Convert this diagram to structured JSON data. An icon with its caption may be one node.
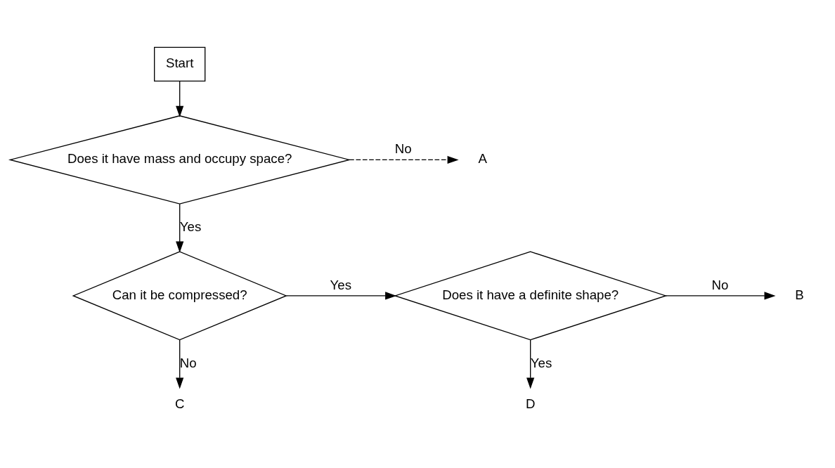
{
  "diagram": {
    "nodes": [
      {
        "text": [
          "Start"
        ]
      },
      {
        "text": [
          "Does it have mass and occupy space?"
        ]
      },
      {
        "text": [
          "A"
        ]
      },
      {
        "text": [
          "Can it be compressed?"
        ]
      },
      {
        "text": [
          "Does it have a definite shape?"
        ]
      },
      {
        "text": [
          "B"
        ]
      },
      {
        "text": [
          "C"
        ]
      },
      {
        "text": [
          "D"
        ]
      }
    ],
    "edges": [
      {
        "from": 0,
        "to": 1,
        "arrow": "to"
      },
      {
        "from": 1,
        "to": 2,
        "arrow": "to",
        "label": "No",
        "style": "dashed"
      },
      {
        "from": 1,
        "to": 3,
        "arrow": "to",
        "label": "Yes"
      },
      {
        "from": 3,
        "to": 4,
        "arrow": "to",
        "label": "Yes"
      },
      {
        "from": 4,
        "to": 5,
        "arrow": "to",
        "label": "No"
      },
      {
        "from": 3,
        "to": 6,
        "arrow": "to",
        "label": "No"
      },
      {
        "from": 4,
        "to": 7,
        "arrow": "to",
        "label": "Yes"
      }
    ]
  }
}
